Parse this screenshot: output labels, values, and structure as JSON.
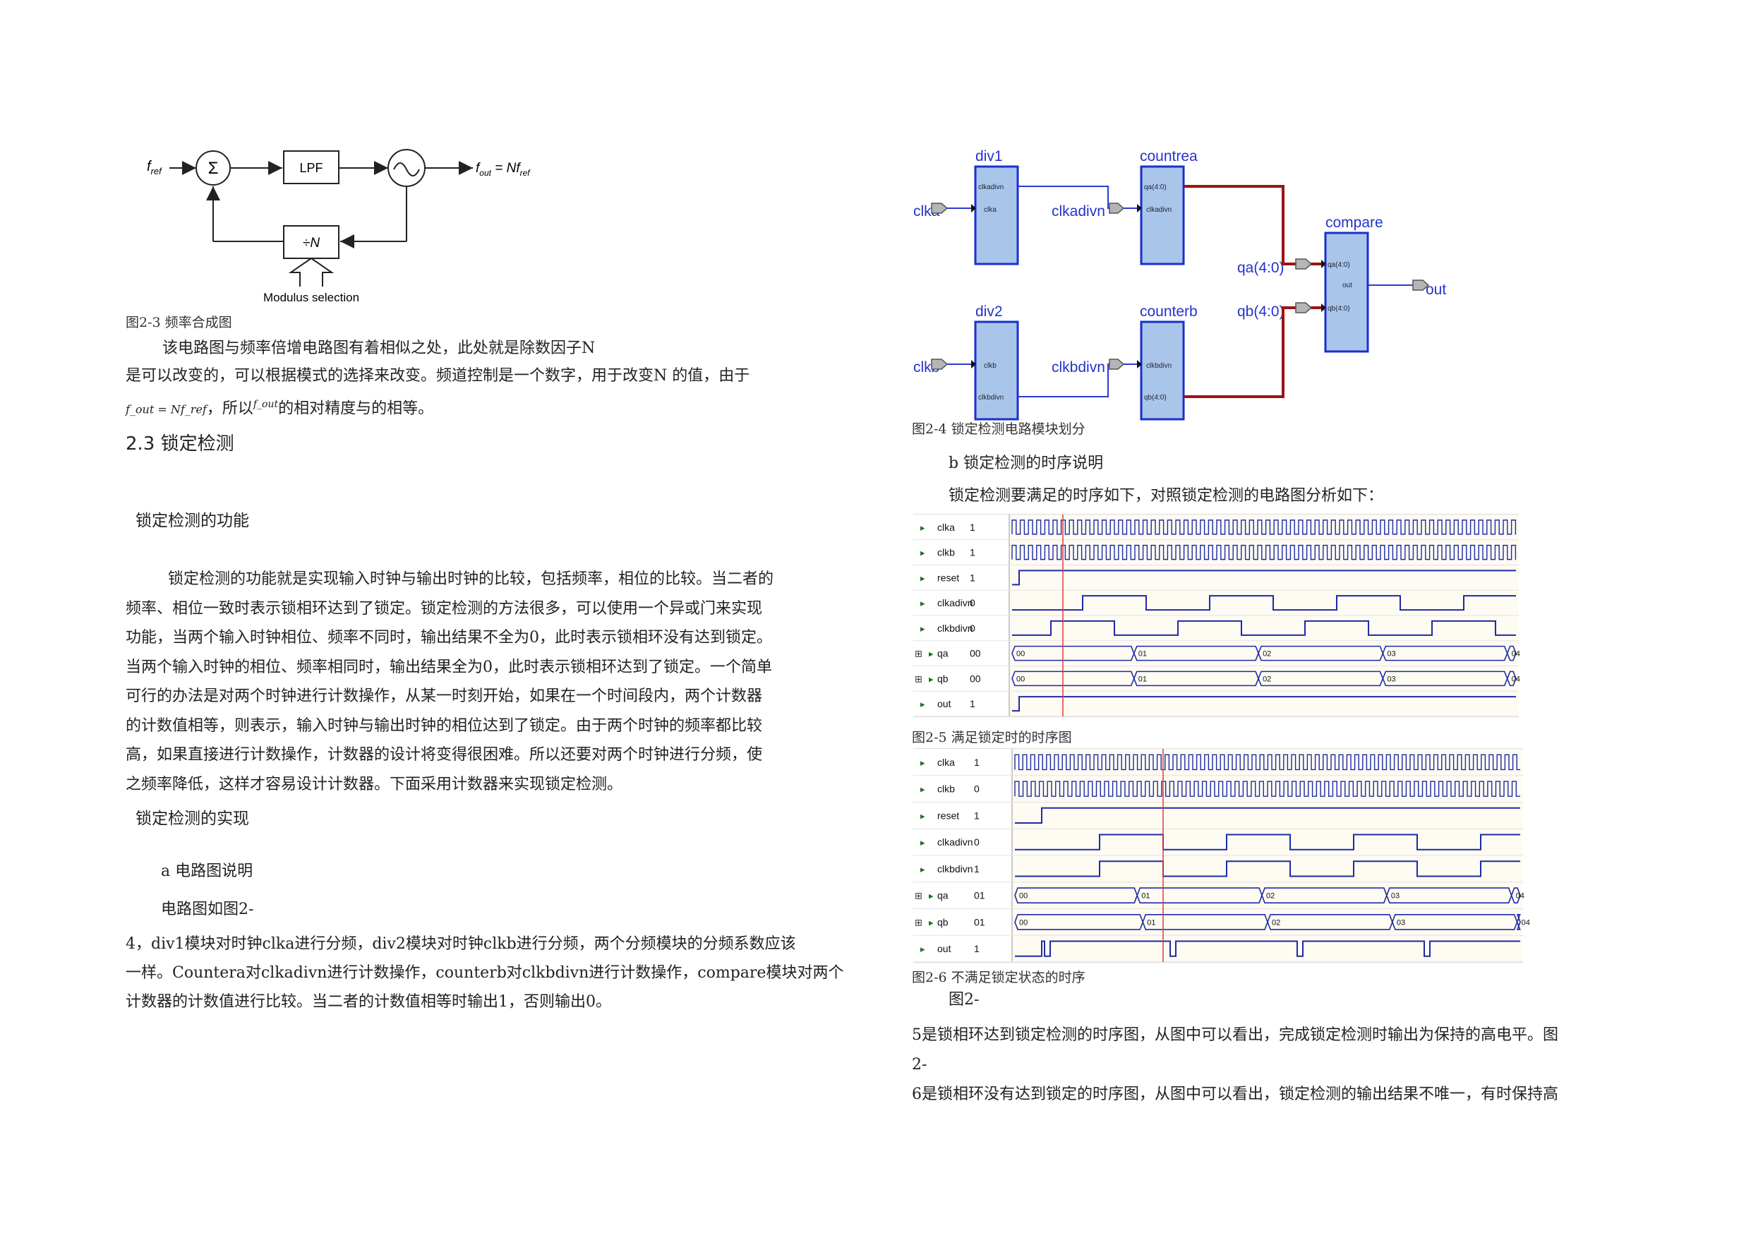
{
  "left": {
    "fig23": {
      "fref": "f",
      "fref_sub": "ref",
      "sigma": "Σ",
      "lpf": "LPF",
      "divn": "÷N",
      "fout": "f",
      "fout_sub": "out",
      "fout_eq": " = Nf",
      "fout_eq_sub": "ref",
      "modulus": "Modulus selection",
      "caption": "图2-3 频率合成图"
    },
    "para1": "该电路图与频率倍增电路图有着相似之处，此处就是除数因子N",
    "para2": "是可以改变的，可以根据模式的选择来改变。频道控制是一个数字，用于改变N 的值，由于",
    "para3_formula": "f_out = Nf_ref",
    "para3_mid": "，所以",
    "para3_fout": "f_out",
    "para3_tail": "的相对精度与的相等。",
    "section_title": "2.3  锁定检测",
    "sub1": "锁定检测的功能",
    "body_lines": [
      "锁定检测的功能就是实现输入时钟与输出时钟的比较，包括频率，相位的比较。当二者的",
      "频率、相位一致时表示锁相环达到了锁定。锁定检测的方法很多，可以使用一个异或门来实现",
      "功能，当两个输入时钟相位、频率不同时，输出结果不全为0，此时表示锁相环没有达到锁定。",
      "当两个输入时钟的相位、频率相同时，输出结果全为0，此时表示锁相环达到了锁定。一个简单",
      "可行的办法是对两个时钟进行计数操作，从某一时刻开始，如果在一个时间段内，两个计数器",
      "的计数值相等，则表示，输入时钟与输出时钟的相位达到了锁定。由于两个时钟的频率都比较",
      "高，如果直接进行计数操作，计数器的设计将变得很困难。所以还要对两个时钟进行分频，使",
      "之频率降低，这样才容易设计计数器。下面采用计数器来实现锁定检测。"
    ],
    "sub2": "锁定检测的实现",
    "item_a": "a  电路图说明",
    "circuit_line1": "电路图如图2-",
    "circuit_lines": [
      "4，div1模块对时钟clka进行分频，div2模块对时钟clkb进行分频，两个分频模块的分频系数应该",
      "一样。Countera对clkadivn进行计数操作，counterb对clkbdivn进行计数操作，compare模块对两个",
      "计数器的计数值进行比较。当二者的计数值相等时输出1，否则输出0。"
    ]
  },
  "right": {
    "fig24": {
      "div1": "div1",
      "div2": "div2",
      "countrea": "countrea",
      "counterb": "counterb",
      "compare": "compare",
      "clka": "clka",
      "clkb": "clkb",
      "clkadivn": "clkadivn",
      "clkbdivn": "clkbdivn",
      "qa": "qa(4:0)",
      "qb": "qb(4:0)",
      "out": "out",
      "pin_clkadivn": "clkadivn",
      "pin_clka": "clka",
      "pin_clkb": "clkb",
      "pin_clkbdivn": "clkbdivn",
      "pin_qa": "qa(4:0)",
      "pin_qb": "qb(4:0)",
      "pin_out": "out",
      "caption": "图2-4 锁定检测电路模块划分"
    },
    "item_b": "b  锁定检测的时序说明",
    "timing_intro": "锁定检测要满足的时序如下，对照锁定检测的电路图分析如下：",
    "wave1": {
      "signals": [
        {
          "name": "clka",
          "value": "1"
        },
        {
          "name": "clkb",
          "value": "1"
        },
        {
          "name": "reset",
          "value": "1"
        },
        {
          "name": "clkadivn",
          "value": "0"
        },
        {
          "name": "clkbdivn",
          "value": "0"
        },
        {
          "name": "qa",
          "value": "00"
        },
        {
          "name": "qb",
          "value": "00"
        },
        {
          "name": "out",
          "value": "1"
        }
      ],
      "bus_labels": [
        "00",
        "01",
        "02",
        "03",
        "04"
      ],
      "caption": "图2-5  满足锁定时的时序图"
    },
    "wave2": {
      "signals": [
        {
          "name": "clka",
          "value": "1"
        },
        {
          "name": "clkb",
          "value": "0"
        },
        {
          "name": "reset",
          "value": "1"
        },
        {
          "name": "clkadivn",
          "value": "0"
        },
        {
          "name": "clkbdivn",
          "value": "1"
        },
        {
          "name": "qa",
          "value": "01"
        },
        {
          "name": "qb",
          "value": "01"
        },
        {
          "name": "out",
          "value": "1"
        }
      ],
      "bus_labels": [
        "00",
        "01",
        "02",
        "03",
        "04"
      ],
      "caption": "图2-6 不满足锁定状态的时序"
    },
    "fig_ref": "图2-",
    "tail_lines": [
      "5是锁相环达到锁定检测的时序图，从图中可以看出，完成锁定检测时输出为保持的高电平。图",
      "2-",
      "6是锁相环没有达到锁定的时序图，从图中可以看出，锁定检测的输出结果不唯一，有时保持高"
    ]
  }
}
